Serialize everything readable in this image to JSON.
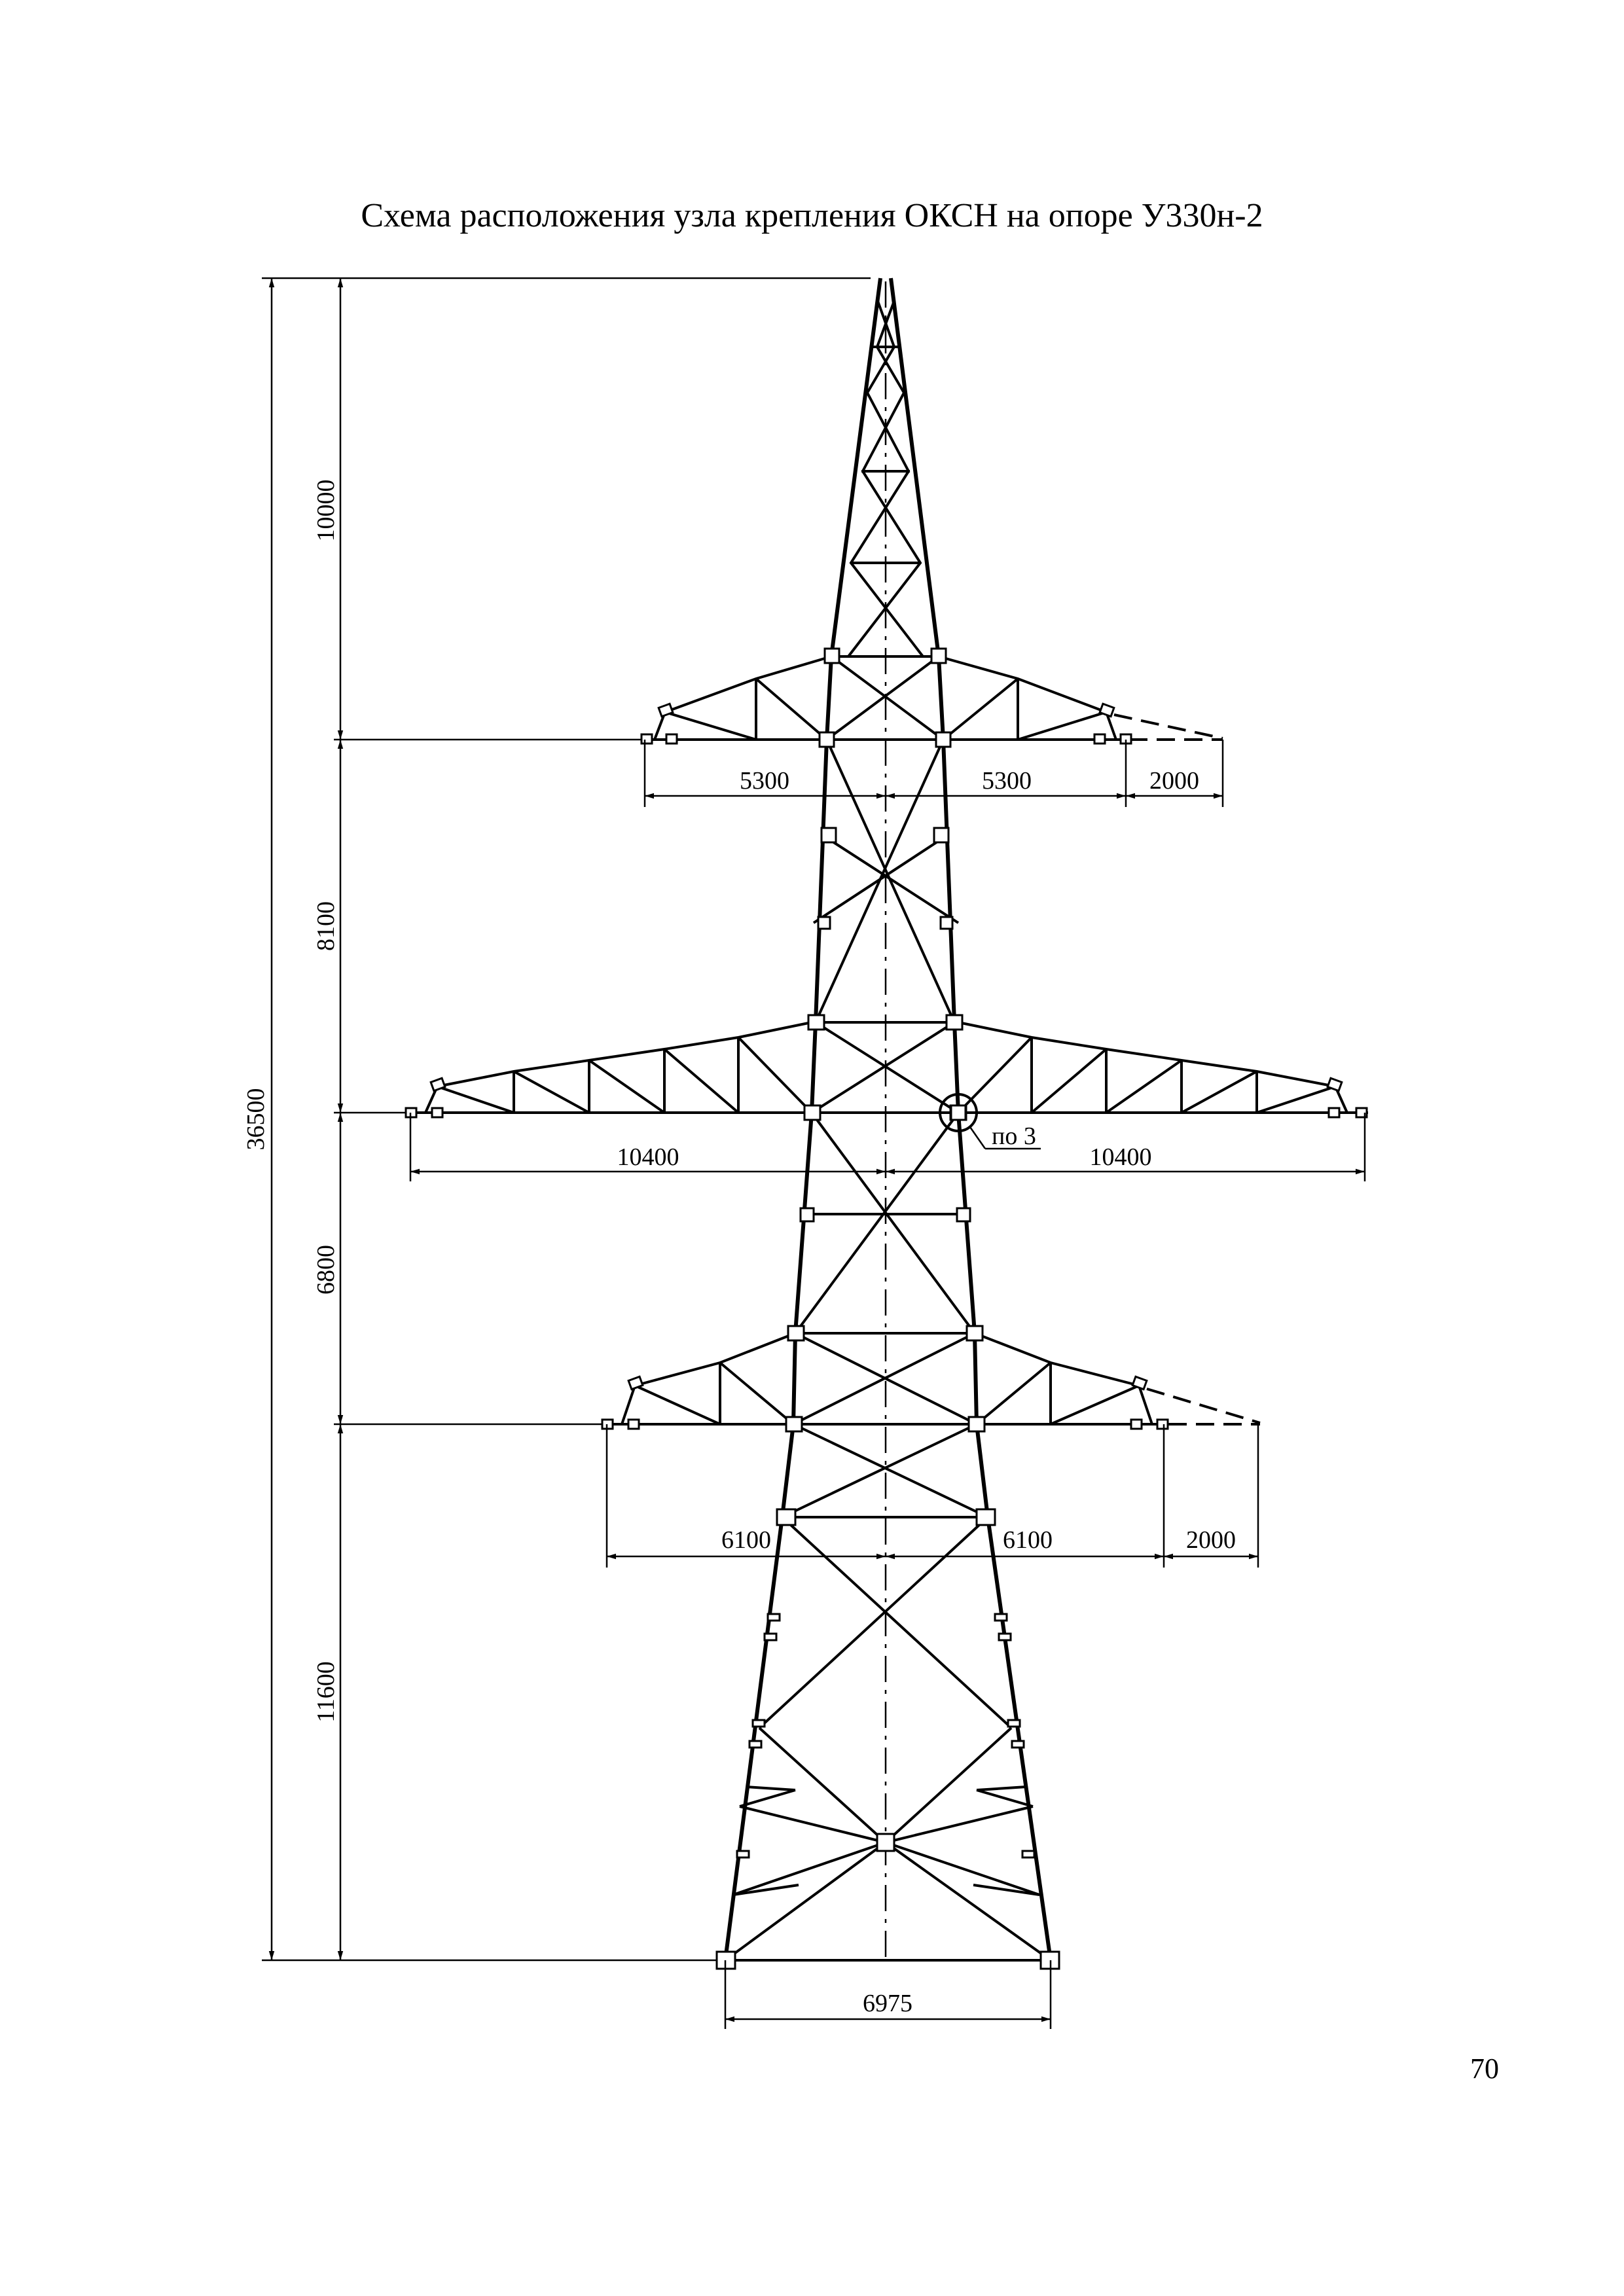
{
  "title": "Схема расположения узла крепления ОКСН на опоре У330н-2",
  "page_number": "70",
  "dimensions": {
    "total_height": "36500",
    "top_section": "10000",
    "upper_section": "8100",
    "middle_section": "6800",
    "lower_section": "11600",
    "top_arm_left": "5300",
    "top_arm_right": "5300",
    "top_arm_extension": "2000",
    "middle_arm_left": "10400",
    "middle_arm_right": "10400",
    "lower_arm_left": "6100",
    "lower_arm_right": "6100",
    "lower_arm_extension": "2000",
    "base_width": "6975"
  },
  "callout": "по 3"
}
